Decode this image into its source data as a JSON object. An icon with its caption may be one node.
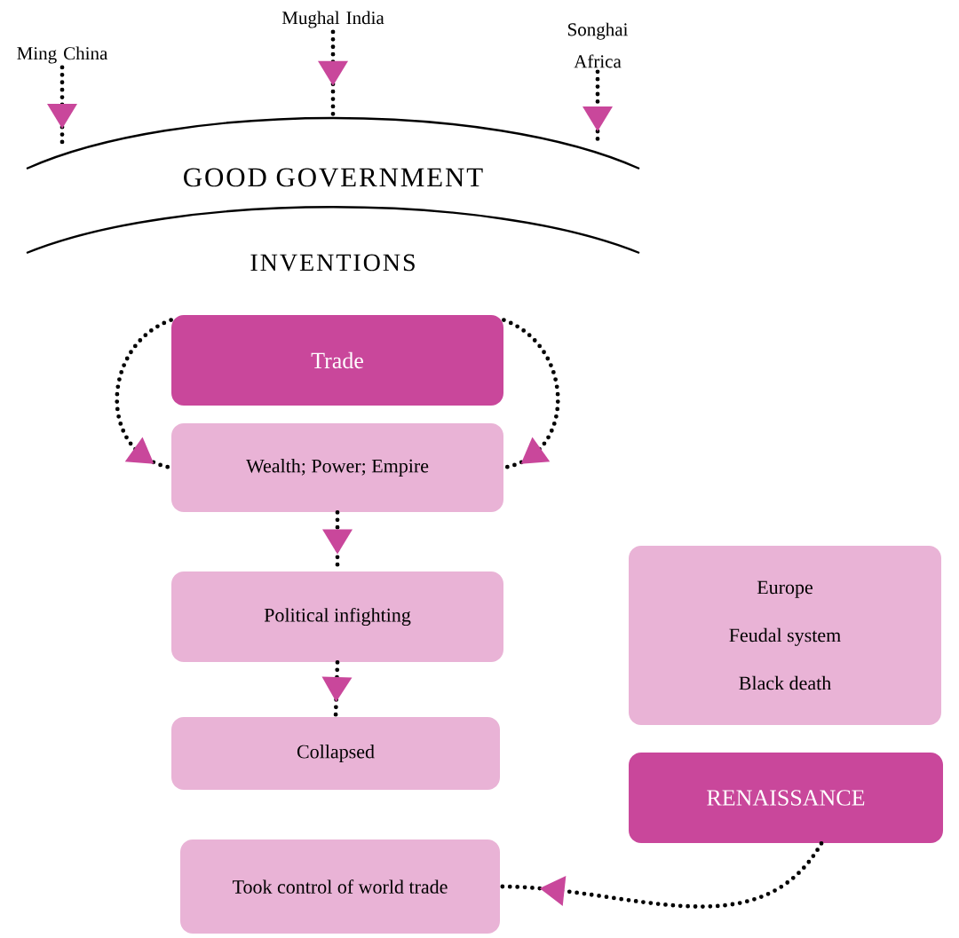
{
  "diagram": {
    "nodes": [
      {
        "text": [
          "Ming China"
        ]
      },
      {
        "text": [
          "Mughal India"
        ]
      },
      {
        "text": [
          "Songhai Africa"
        ]
      },
      {
        "text": [
          "GOOD GOVERNMENT"
        ]
      },
      {
        "text": [
          "Trade"
        ]
      },
      {
        "text": [
          "Wealth; Power; Empire"
        ]
      },
      {
        "text": [
          "Political infighting"
        ]
      },
      {
        "text": [
          "Collapsed"
        ]
      },
      {
        "text": [
          "Took control of world trade"
        ]
      },
      {
        "text": [
          "Europe",
          "Feudal system",
          "Black death"
        ]
      },
      {
        "text": [
          "RENAISSANCE"
        ]
      }
    ],
    "edges": [
      {
        "from": 0,
        "to": 3,
        "arrow": "to"
      },
      {
        "from": 1,
        "to": 3,
        "arrow": "to"
      },
      {
        "from": 2,
        "to": 3,
        "arrow": "to"
      },
      {
        "from": 4,
        "to": 5,
        "arrow": "to"
      },
      {
        "from": 4,
        "to": 5,
        "arrow": "to"
      },
      {
        "from": 5,
        "to": 6,
        "arrow": "to"
      },
      {
        "from": 6,
        "to": 7,
        "arrow": "to"
      },
      {
        "from": 10,
        "to": 8,
        "arrow": "to"
      }
    ],
    "labels": [
      "INVENTIONS"
    ]
  }
}
